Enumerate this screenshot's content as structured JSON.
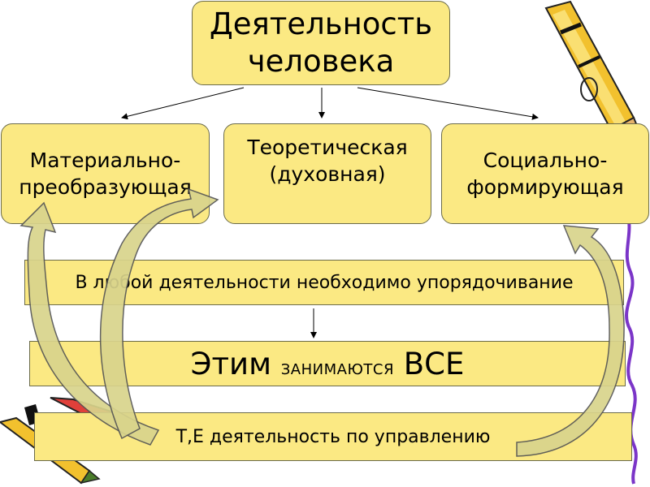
{
  "diagram": {
    "title": {
      "line1": "Деятельность",
      "line2": "человека"
    },
    "categories": [
      {
        "line1": "Материально-",
        "line2": "преобразующая"
      },
      {
        "line1": "Теоретическая",
        "line2": "(духовная)"
      },
      {
        "line1": "Социально-",
        "line2": "формирующая"
      }
    ],
    "statement": "В любой деятельности необходимо упорядочивание",
    "everyone": {
      "prefix": "Этим",
      "middle": "занимаются",
      "suffix": "ВСЕ"
    },
    "management": "Т,Е деятельность по управлению"
  },
  "colors": {
    "box_fill": "#fbe983",
    "box_border": "#6b6b4a",
    "arrow_fill": "#d9d48c",
    "pencil_body": "#f2c12e",
    "pencil_stripe": "#111111",
    "scribble": "#7b35c8"
  }
}
